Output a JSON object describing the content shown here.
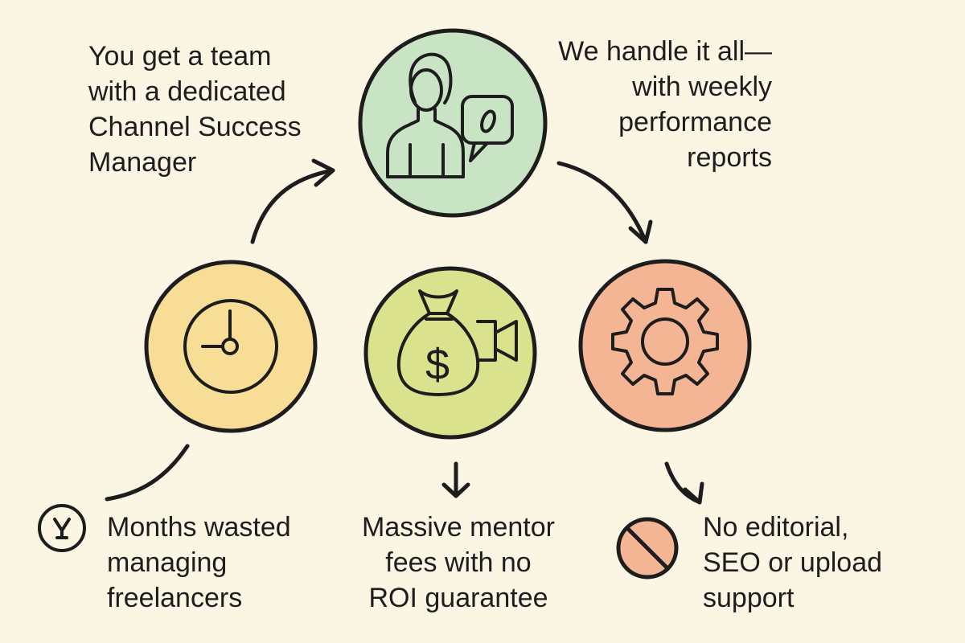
{
  "colors": {
    "background": "#fbf5e3",
    "ink": "#1d1d1d",
    "person_circle": "#c9e4c5",
    "clock_circle": "#f7dd95",
    "money_circle": "#dbe28d",
    "gear_circle": "#f4b594",
    "no_sign_fill": "#f4b594"
  },
  "nodes": {
    "team": {
      "icon": "person-with-speech-bubble-icon"
    },
    "time": {
      "icon": "clock-icon"
    },
    "money": {
      "icon": "money-bag-with-video-camera-icon"
    },
    "support": {
      "icon": "gear-icon"
    }
  },
  "labels": {
    "top_left": {
      "lines": [
        "You get a team",
        "with a dedicated",
        "Channel Success",
        "Manager"
      ]
    },
    "top_right": {
      "lines": [
        "We handle it all—",
        "with weekly",
        "performance",
        "reports"
      ]
    },
    "bottom_left": {
      "icon": "stopwatch-icon",
      "lines": [
        "Months wasted",
        "managing",
        "freelancers"
      ]
    },
    "bottom_center": {
      "lines": [
        "Massive mentor",
        "fees with no",
        "ROI guarantee"
      ]
    },
    "bottom_right": {
      "icon": "no-sign-icon",
      "lines": [
        "No editorial,",
        "SEO or upload",
        "support"
      ]
    }
  }
}
